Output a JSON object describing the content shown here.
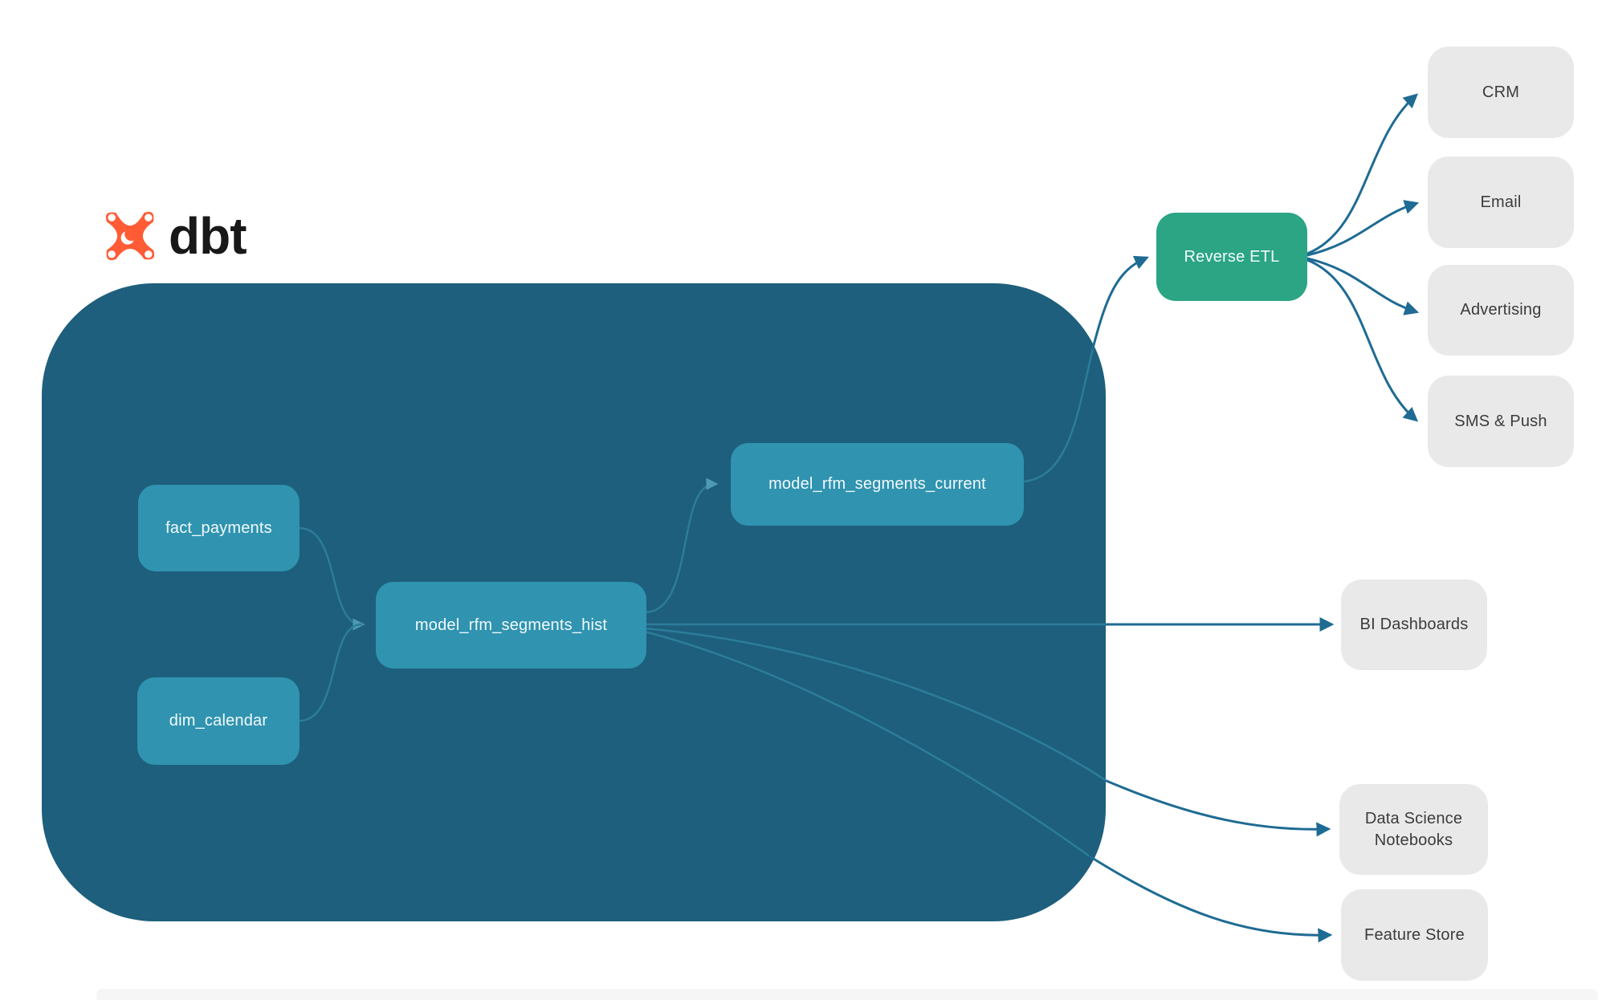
{
  "brand": {
    "name": "dbt"
  },
  "colors": {
    "container": "#1d5f7c",
    "model": "#3093b0",
    "etl": "#2ba584",
    "dest": "#e9e9e9",
    "edge": "#1e6b93",
    "edge-inner": "#2c7d9b",
    "edge-inner-arrow": "#4f9ab3",
    "text-light": "#f2fafc",
    "text-dark": "#3c3c3c",
    "logo-orange": "#ff5c35"
  },
  "nodes": {
    "fact_payments": {
      "label": "fact_payments"
    },
    "dim_calendar": {
      "label": "dim_calendar"
    },
    "model_rfm_segments_hist": {
      "label": "model_rfm_segments_hist"
    },
    "model_rfm_segments_current": {
      "label": "model_rfm_segments_current"
    },
    "reverse_etl": {
      "label": "Reverse ETL"
    },
    "crm": {
      "label": "CRM"
    },
    "email": {
      "label": "Email"
    },
    "advertising": {
      "label": "Advertising"
    },
    "sms_push": {
      "label": "SMS & Push"
    },
    "bi_dashboards": {
      "label": "BI Dashboards"
    },
    "data_science_notebooks": {
      "label": "Data Science Notebooks"
    },
    "feature_store": {
      "label": "Feature Store"
    }
  },
  "edges": [
    {
      "from": "fact_payments",
      "to": "model_rfm_segments_hist"
    },
    {
      "from": "dim_calendar",
      "to": "model_rfm_segments_hist"
    },
    {
      "from": "model_rfm_segments_hist",
      "to": "model_rfm_segments_current"
    },
    {
      "from": "model_rfm_segments_current",
      "to": "reverse_etl"
    },
    {
      "from": "reverse_etl",
      "to": "crm"
    },
    {
      "from": "reverse_etl",
      "to": "email"
    },
    {
      "from": "reverse_etl",
      "to": "advertising"
    },
    {
      "from": "reverse_etl",
      "to": "sms_push"
    },
    {
      "from": "model_rfm_segments_hist",
      "to": "bi_dashboards"
    },
    {
      "from": "model_rfm_segments_hist",
      "to": "data_science_notebooks"
    },
    {
      "from": "model_rfm_segments_hist",
      "to": "feature_store"
    }
  ]
}
